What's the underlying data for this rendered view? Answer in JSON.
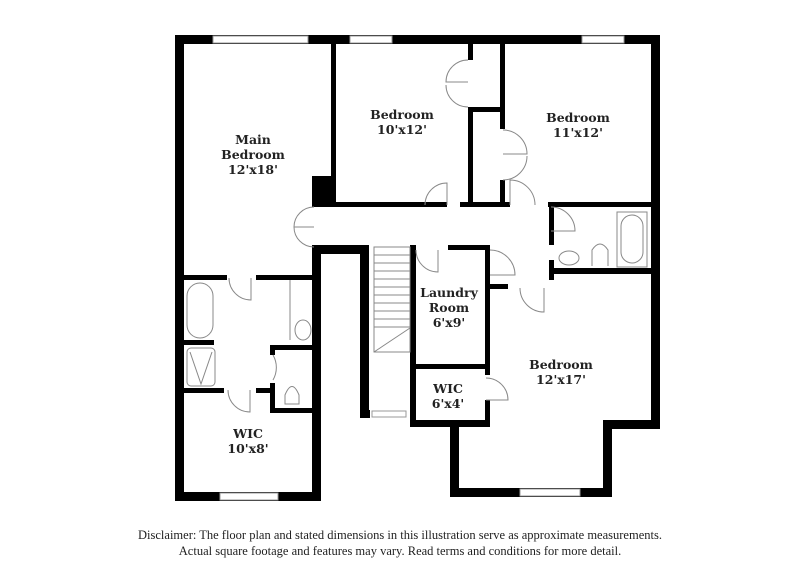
{
  "floorplan": {
    "colors": {
      "wall": "#000000",
      "fixture": "#888888",
      "window": "#bbbbbb",
      "background": "#ffffff"
    },
    "rooms": [
      {
        "id": "main-bedroom",
        "name_lines": [
          "Main",
          "Bedroom"
        ],
        "dimensions": "12'x18'"
      },
      {
        "id": "bedroom-2",
        "name_lines": [
          "Bedroom"
        ],
        "dimensions": "10'x12'"
      },
      {
        "id": "bedroom-3",
        "name_lines": [
          "Bedroom"
        ],
        "dimensions": "11'x12'"
      },
      {
        "id": "laundry-room",
        "name_lines": [
          "Laundry",
          "Room"
        ],
        "dimensions": "6'x9'"
      },
      {
        "id": "bedroom-4",
        "name_lines": [
          "Bedroom"
        ],
        "dimensions": "12'x17'"
      },
      {
        "id": "wic-small",
        "name_lines": [
          "WIC"
        ],
        "dimensions": "6'x4'"
      },
      {
        "id": "wic-main",
        "name_lines": [
          "WIC"
        ],
        "dimensions": "10'x8'"
      }
    ]
  },
  "disclaimer": {
    "line1": "Disclaimer: The floor plan and stated dimensions in this illustration serve as approximate measurements.",
    "line2": "Actual square footage and features may vary. Read terms and conditions for more detail."
  }
}
